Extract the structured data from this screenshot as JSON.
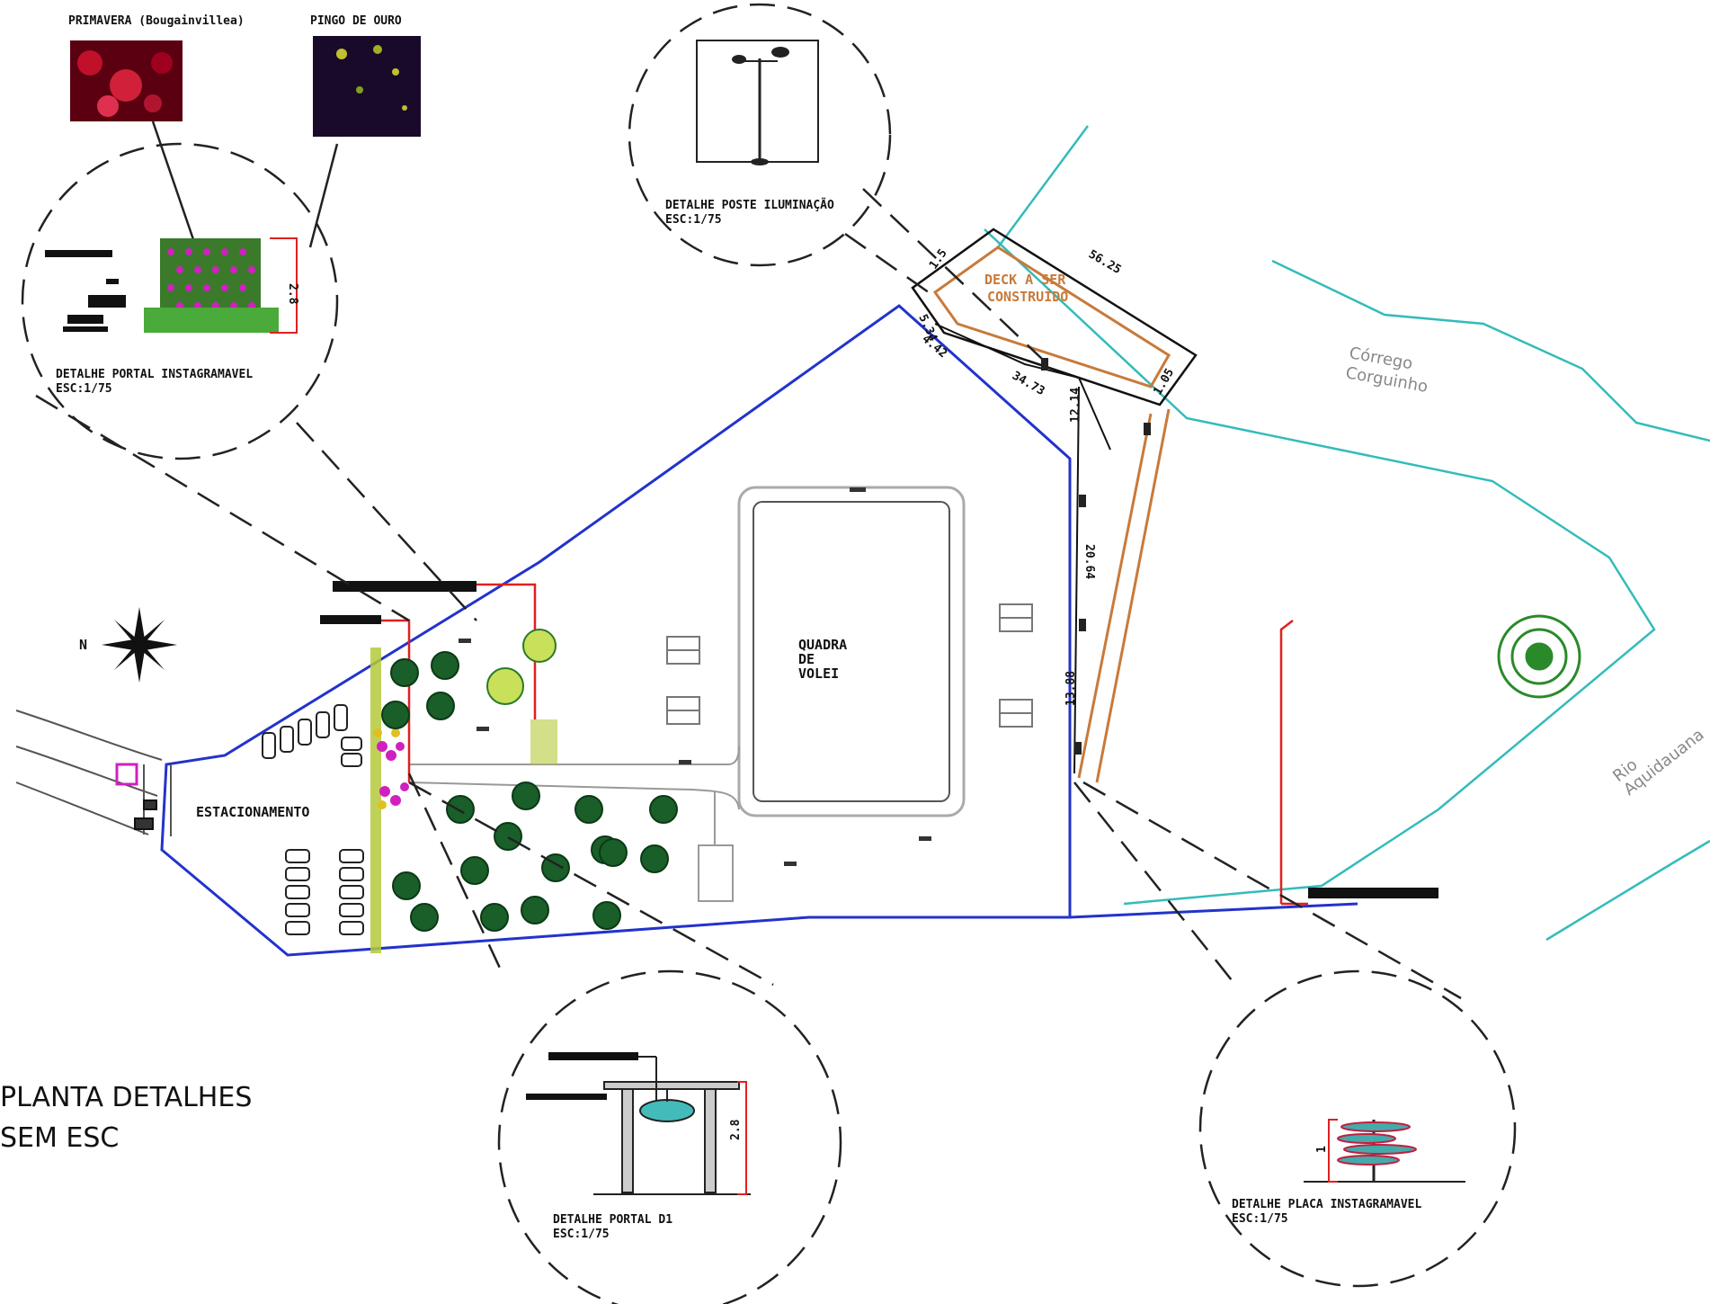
{
  "plan_title": "PLANTA DETALHES",
  "plan_scale": "SEM ESC",
  "labels": {
    "primavera": "PRIMAVERA (Bougainvillea)",
    "pingo": "PINGO DE OURO",
    "portal_instagram": "DETALHE PORTAL INSTAGRAMAVEL",
    "portal_instagram_esc": "ESC:1/75",
    "poste": "DETALHE POSTE ILUMINAÇÃO",
    "poste_esc": "ESC:1/75",
    "deck_l1": "DECK A SER",
    "deck_l2": "CONSTRUÍDO",
    "corrego_l1": "Córrego",
    "corrego_l2": "Corguinho",
    "rio_l1": "Rio",
    "rio_l2": "Aquidauana",
    "quadra_l1": "QUADRA",
    "quadra_l2": "DE",
    "quadra_l3": "VOLEI",
    "estacionamento": "ESTACIONAMENTO",
    "north": "N",
    "portal_d1": "DETALHE PORTAL D1",
    "portal_d1_esc": "ESC:1/75",
    "placa": "DETALHE PLACA INSTAGRAMAVEL",
    "placa_esc": "ESC:1/75"
  },
  "dimensions": {
    "d1": "1.5",
    "d2": "56.25",
    "d3": "5.34",
    "d4": "4.42",
    "d5": "34.73",
    "d6": "12.14",
    "d7": "1.05",
    "d8": "20.64",
    "d9": "13.88",
    "d10": "2.8",
    "d11": "1"
  },
  "colors": {
    "boundary": "#2233cc",
    "water": "#33bbbb",
    "deck": "#c87a3a",
    "detail_red": "#e02020",
    "tree": "#1a5e2a",
    "hedge": "#b5c93a",
    "magenta": "#d020c0"
  }
}
